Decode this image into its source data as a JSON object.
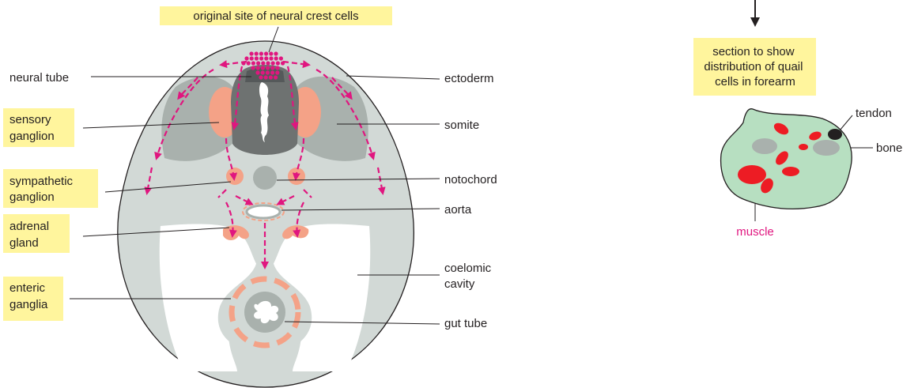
{
  "left_panel": {
    "top_label": "original site of neural crest cells",
    "left_labels": {
      "neural_tube": "neural tube",
      "sensory_ganglion": [
        "sensory",
        "ganglion"
      ],
      "sympathetic_ganglion": [
        "sympathetic",
        "ganglion"
      ],
      "adrenal_gland": [
        "adrenal",
        "gland"
      ],
      "enteric_ganglia": [
        "enteric",
        "ganglia"
      ]
    },
    "right_labels": {
      "ectoderm": "ectoderm",
      "somite": "somite",
      "notochord": "notochord",
      "aorta": "aorta",
      "coelomic_cavity": [
        "coelomic",
        "cavity"
      ],
      "gut_tube": "gut tube"
    }
  },
  "right_panel": {
    "section_label": [
      "section to show",
      "distribution of quail",
      "cells in forearm"
    ],
    "tendon": "tendon",
    "bone": "bone",
    "muscle": "muscle"
  },
  "colors": {
    "highlight": "#fff59d",
    "body": "#d2d9d6",
    "somite": "#a9b1ad",
    "neural_tube": "#6e7271",
    "ganglion": "#f4a287",
    "crest_cells": "#e0167f",
    "limb": "#b7dfc1",
    "muscle": "#ed1c24",
    "tendon": "#231f20"
  }
}
